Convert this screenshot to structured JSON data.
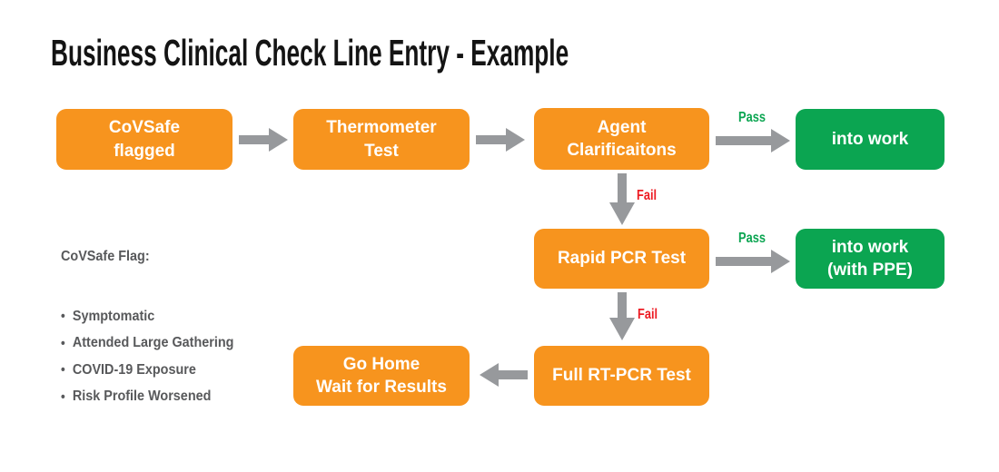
{
  "title": "Business Clinical Check Line Entry - Example",
  "colors": {
    "orange": "#F7941E",
    "green": "#0BA551",
    "gray": "#97999C",
    "red": "#ED1C24",
    "sidebar_text": "#58595B"
  },
  "flow": {
    "pass_label": "Pass",
    "fail_label": "Fail",
    "nodes": [
      {
        "id": "covsafe-flagged",
        "line1": "CoVSafe",
        "line2": "flagged",
        "color": "orange"
      },
      {
        "id": "thermometer-test",
        "line1": "Thermometer",
        "line2": "Test",
        "color": "orange"
      },
      {
        "id": "agent-clarifications",
        "line1": "Agent",
        "line2": "Clarificaitons",
        "color": "orange"
      },
      {
        "id": "into-work",
        "line1": "into work",
        "color": "green"
      },
      {
        "id": "rapid-pcr-test",
        "line1": "Rapid PCR Test",
        "color": "orange"
      },
      {
        "id": "into-work-ppe",
        "line1": "into work",
        "line2": "(with PPE)",
        "color": "green"
      },
      {
        "id": "full-rt-pcr-test",
        "line1": "Full RT-PCR Test",
        "color": "orange"
      },
      {
        "id": "go-home",
        "line1": "Go Home",
        "line2": "Wait for Results",
        "color": "orange"
      }
    ]
  },
  "icons": {
    "horizontal_arrow": "arrow-right-icon",
    "vertical_arrow": "arrow-down-icon",
    "return_arrow": "arrow-left-icon",
    "bullet": "bullet-dot-icon"
  },
  "sidebar": {
    "heading": "CoVSafe Flag:",
    "items": [
      "Symptomatic",
      "Attended Large Gathering",
      "COVID-19 Exposure",
      "Risk Profile Worsened"
    ]
  }
}
